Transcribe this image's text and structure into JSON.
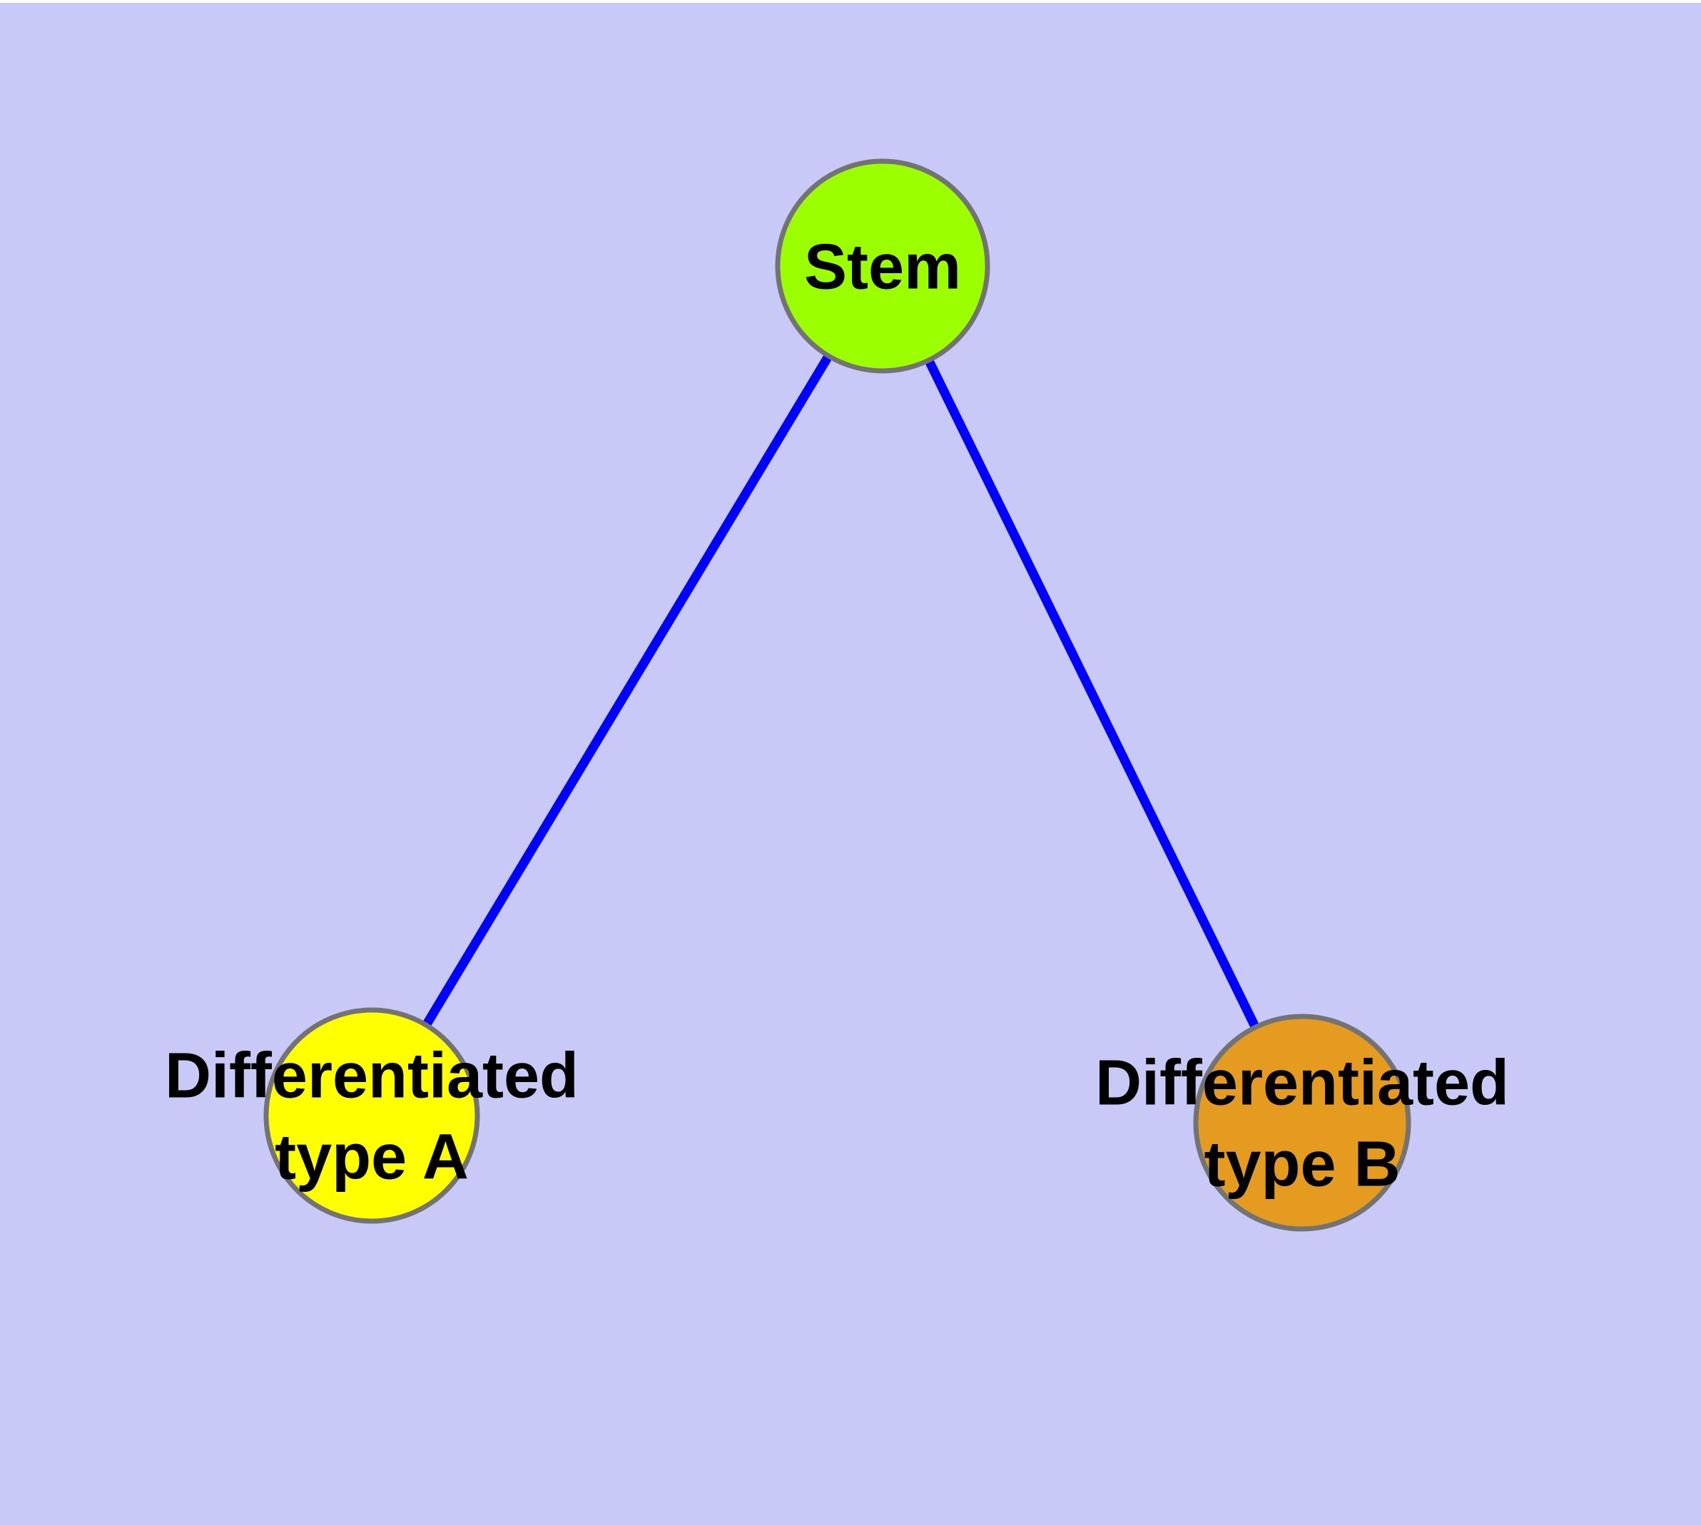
{
  "diagram": {
    "background_color": "#C9C9F7",
    "top_border_color": "#FFFFFF",
    "edge_color": "#0000FF",
    "node_border_color": "#737373",
    "label_color": "#000000",
    "nodes": [
      {
        "id": "stem",
        "label": "Stem",
        "lines": [
          "Stem"
        ],
        "fill": "#9CFF00"
      },
      {
        "id": "differentiated-type-a",
        "label": "Differentiated type A",
        "lines": [
          "Differentiated",
          "type A"
        ],
        "fill": "#FFFF00"
      },
      {
        "id": "differentiated-type-b",
        "label": "Differentiated type B",
        "lines": [
          "Differentiated",
          "type B"
        ],
        "fill": "#E49B20"
      }
    ],
    "edges": [
      {
        "from": "Stem",
        "to": "Differentiated type A"
      },
      {
        "from": "Stem",
        "to": "Differentiated type B"
      }
    ]
  }
}
